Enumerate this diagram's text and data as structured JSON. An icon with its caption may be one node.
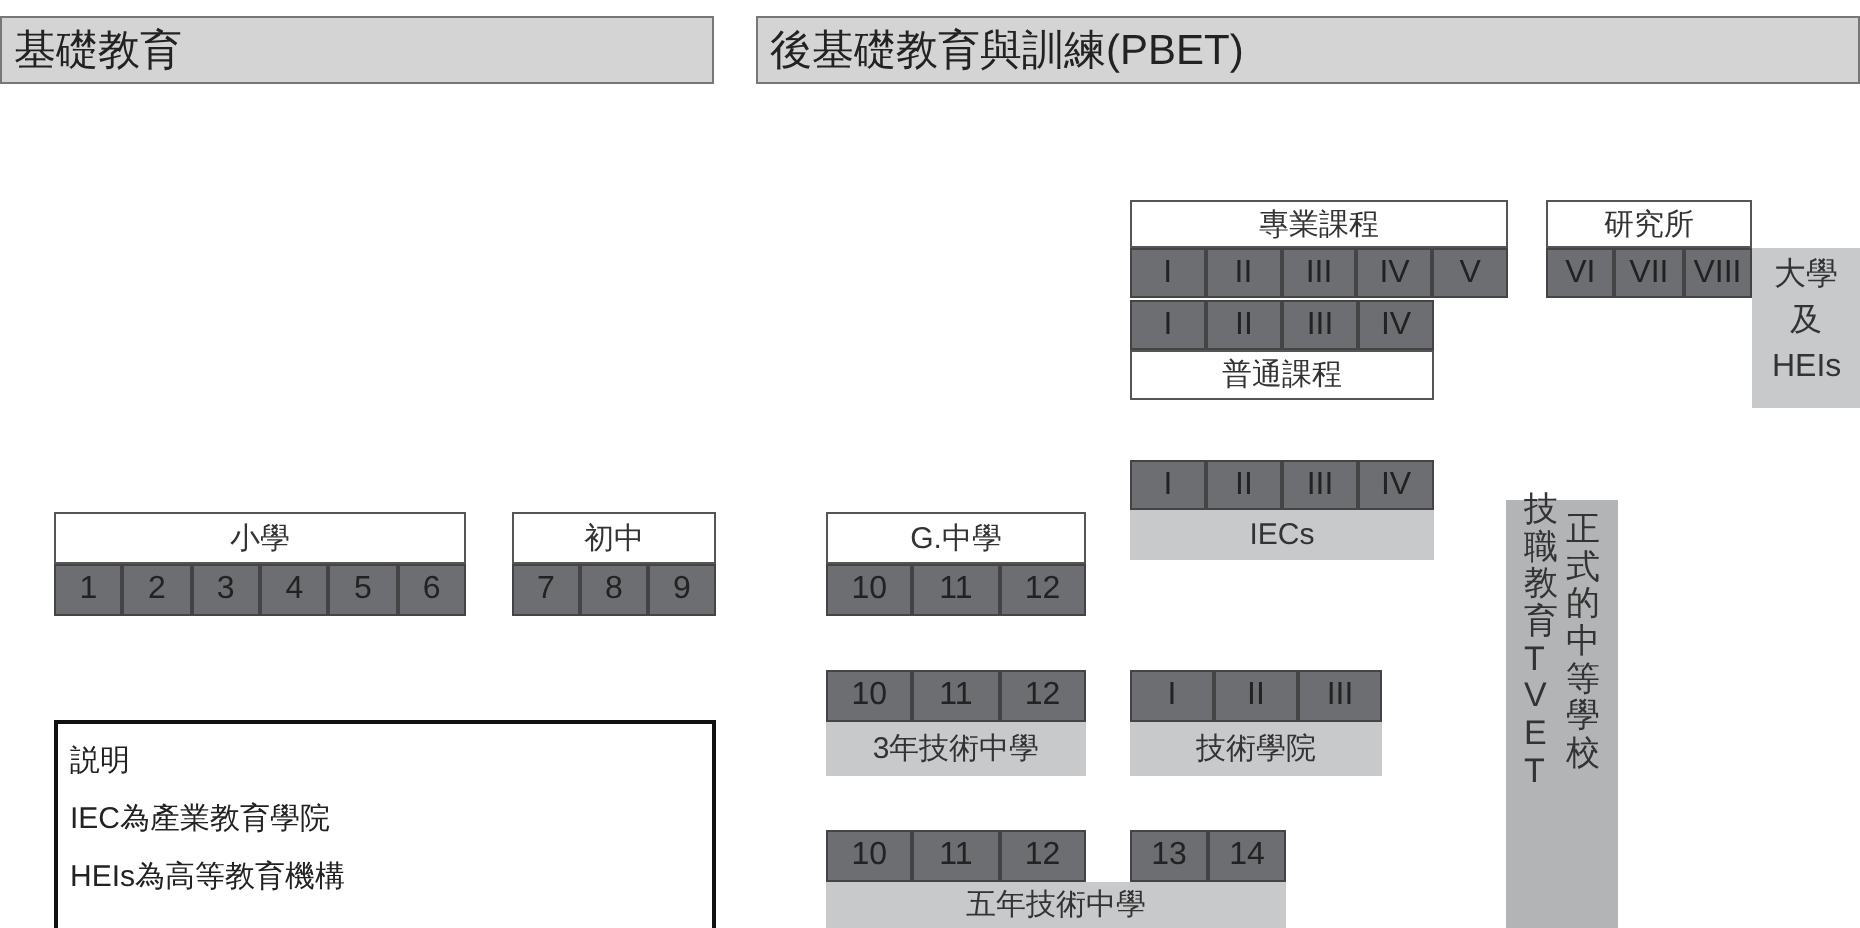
{
  "diagram": {
    "nodes": [
      {
        "text": [
          "基礎教育"
        ]
      },
      {
        "text": [
          "後基礎教育與訓練(PBET)"
        ]
      },
      {
        "text": [
          "專業課程"
        ]
      },
      {
        "text": [
          "I"
        ]
      },
      {
        "text": [
          "II"
        ]
      },
      {
        "text": [
          "III"
        ]
      },
      {
        "text": [
          "IV"
        ]
      },
      {
        "text": [
          "V"
        ]
      },
      {
        "text": [
          "研究所"
        ]
      },
      {
        "text": [
          "VI"
        ]
      },
      {
        "text": [
          "VII"
        ]
      },
      {
        "text": [
          "VIII"
        ]
      },
      {
        "text": [
          "大學及HEIs"
        ]
      },
      {
        "text": [
          "I"
        ]
      },
      {
        "text": [
          "II"
        ]
      },
      {
        "text": [
          "III"
        ]
      },
      {
        "text": [
          "IV"
        ]
      },
      {
        "text": [
          "普通課程"
        ]
      },
      {
        "text": [
          "I"
        ]
      },
      {
        "text": [
          "II"
        ]
      },
      {
        "text": [
          "III"
        ]
      },
      {
        "text": [
          "IV"
        ]
      },
      {
        "text": [
          "IECs"
        ]
      },
      {
        "text": [
          "小學"
        ]
      },
      {
        "text": [
          "1"
        ]
      },
      {
        "text": [
          "2"
        ]
      },
      {
        "text": [
          "3"
        ]
      },
      {
        "text": [
          "4"
        ]
      },
      {
        "text": [
          "5"
        ]
      },
      {
        "text": [
          "6"
        ]
      },
      {
        "text": [
          "初中"
        ]
      },
      {
        "text": [
          "7"
        ]
      },
      {
        "text": [
          "8"
        ]
      },
      {
        "text": [
          "9"
        ]
      },
      {
        "text": [
          "G.中學"
        ]
      },
      {
        "text": [
          "10"
        ]
      },
      {
        "text": [
          "11"
        ]
      },
      {
        "text": [
          "12"
        ]
      },
      {
        "text": [
          "10"
        ]
      },
      {
        "text": [
          "11"
        ]
      },
      {
        "text": [
          "12"
        ]
      },
      {
        "text": [
          "3年技術中學"
        ]
      },
      {
        "text": [
          "I"
        ]
      },
      {
        "text": [
          "II"
        ]
      },
      {
        "text": [
          "III"
        ]
      },
      {
        "text": [
          "技術學院"
        ]
      },
      {
        "text": [
          "10"
        ]
      },
      {
        "text": [
          "11"
        ]
      },
      {
        "text": [
          "12"
        ]
      },
      {
        "text": [
          "13"
        ]
      },
      {
        "text": [
          "14"
        ]
      },
      {
        "text": [
          "五年技術中學"
        ]
      },
      {
        "text": [
          "技職教育TVET",
          "正式的中等學校"
        ]
      },
      {
        "text": [
          "説明",
          "IEC為產業教育學院",
          "HEIs為高等教育機構"
        ]
      }
    ]
  }
}
